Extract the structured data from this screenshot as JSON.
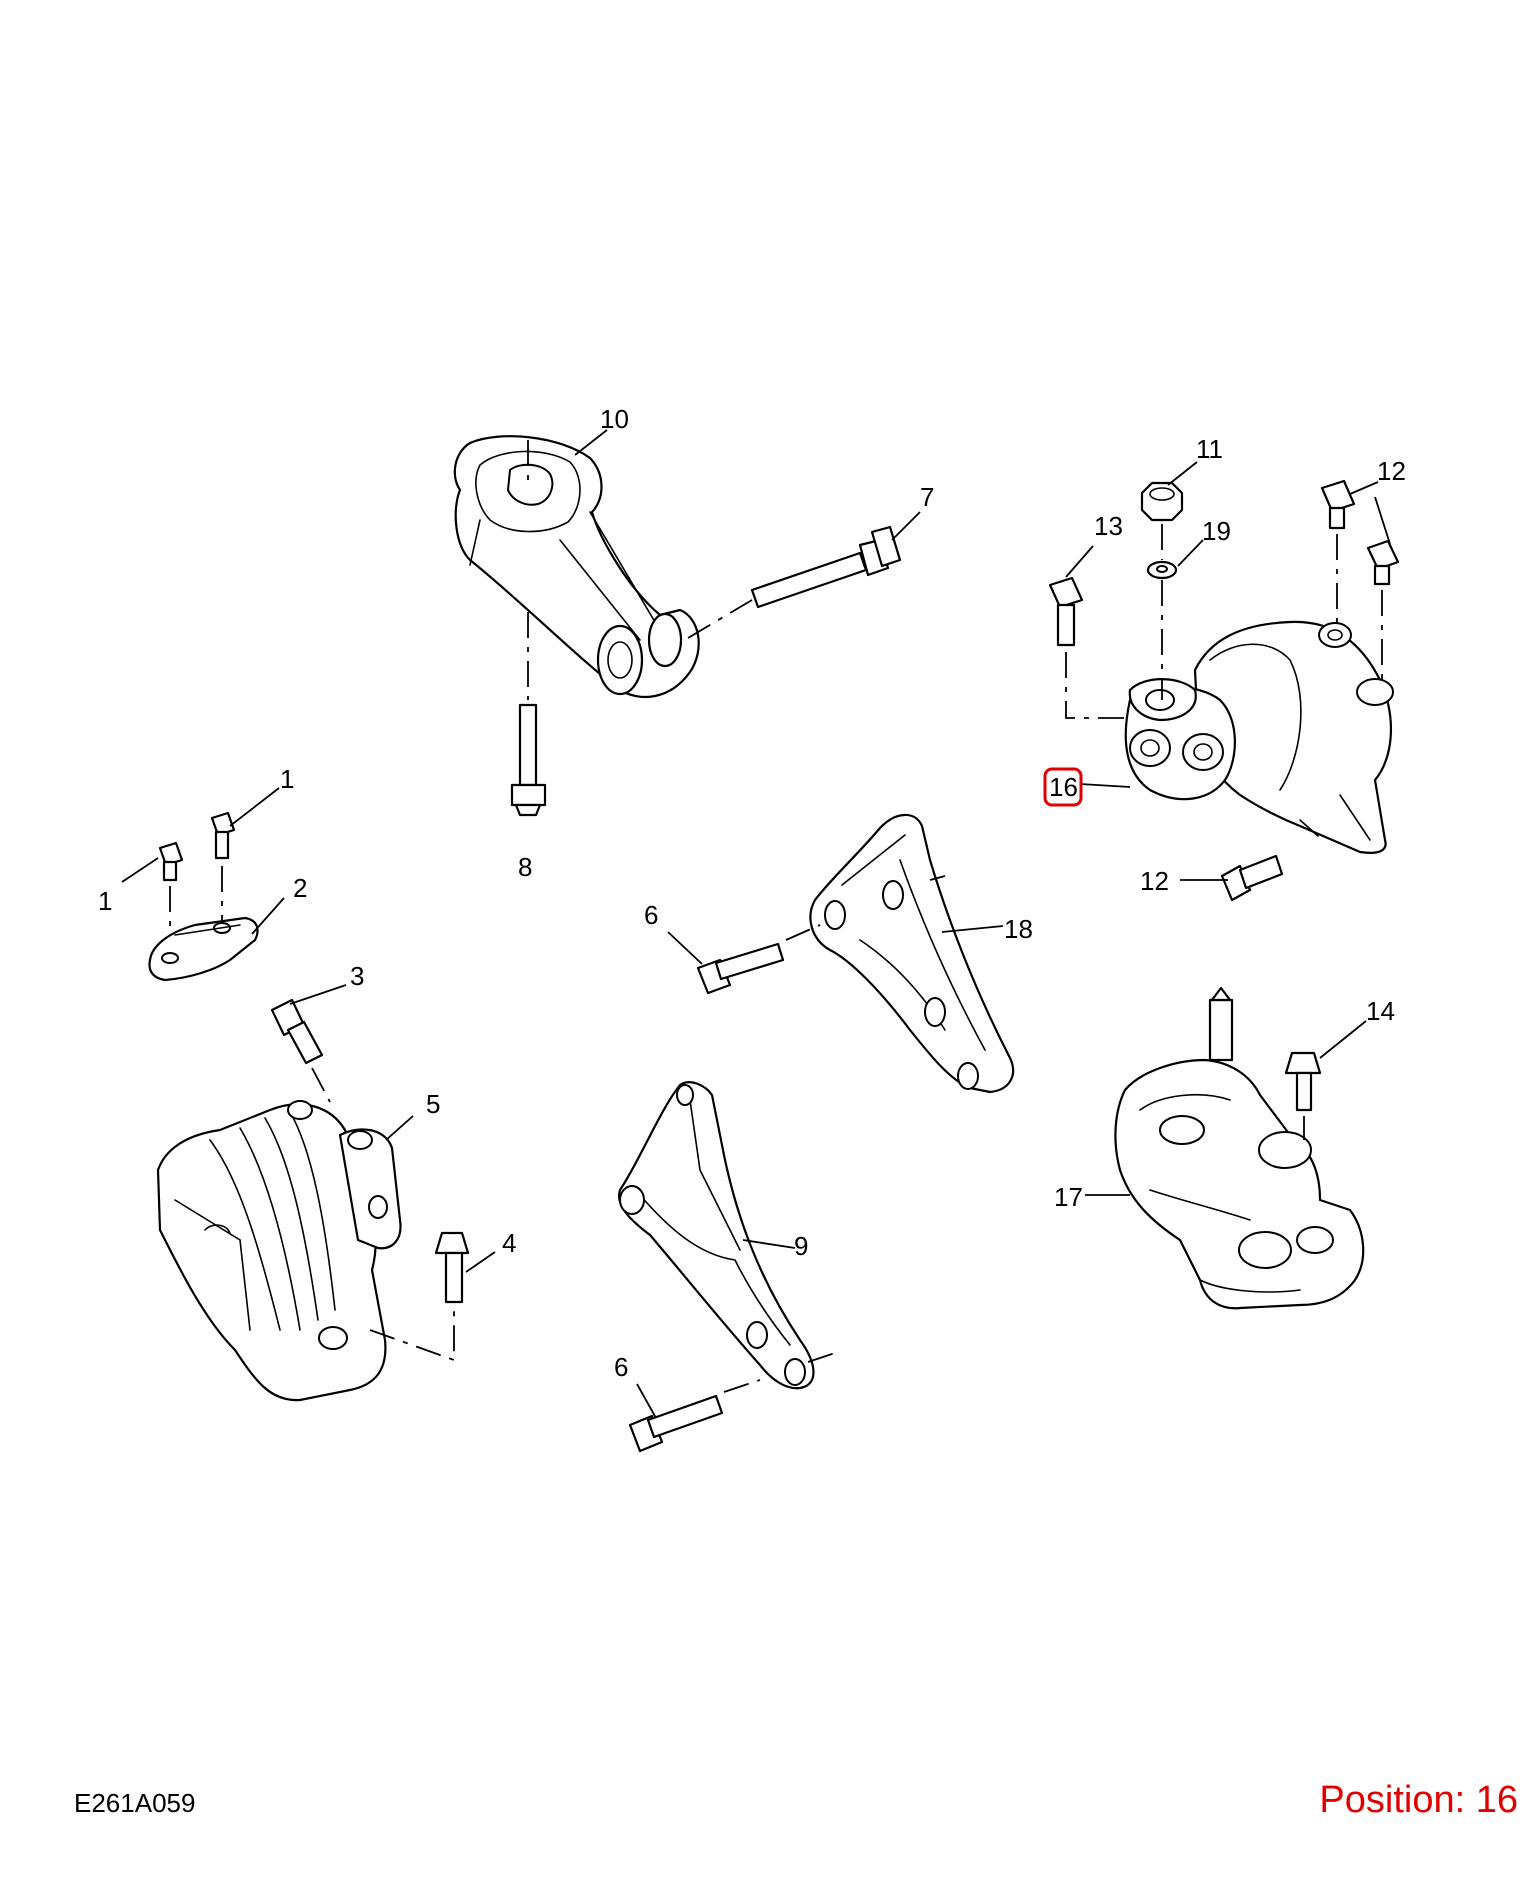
{
  "diagram": {
    "reference_code": "E261A059",
    "position_label": "Position: 16",
    "highlighted_callout": "16",
    "highlight_color": "#e00000",
    "callouts": {
      "c1a": "1",
      "c1b": "1",
      "c2": "2",
      "c3": "3",
      "c4": "4",
      "c5": "5",
      "c6a": "6",
      "c6b": "6",
      "c7": "7",
      "c8": "8",
      "c9": "9",
      "c10": "10",
      "c11": "11",
      "c12a": "12",
      "c12b": "12",
      "c13": "13",
      "c14": "14",
      "c16": "16",
      "c17": "17",
      "c18": "18",
      "c19": "19"
    }
  }
}
